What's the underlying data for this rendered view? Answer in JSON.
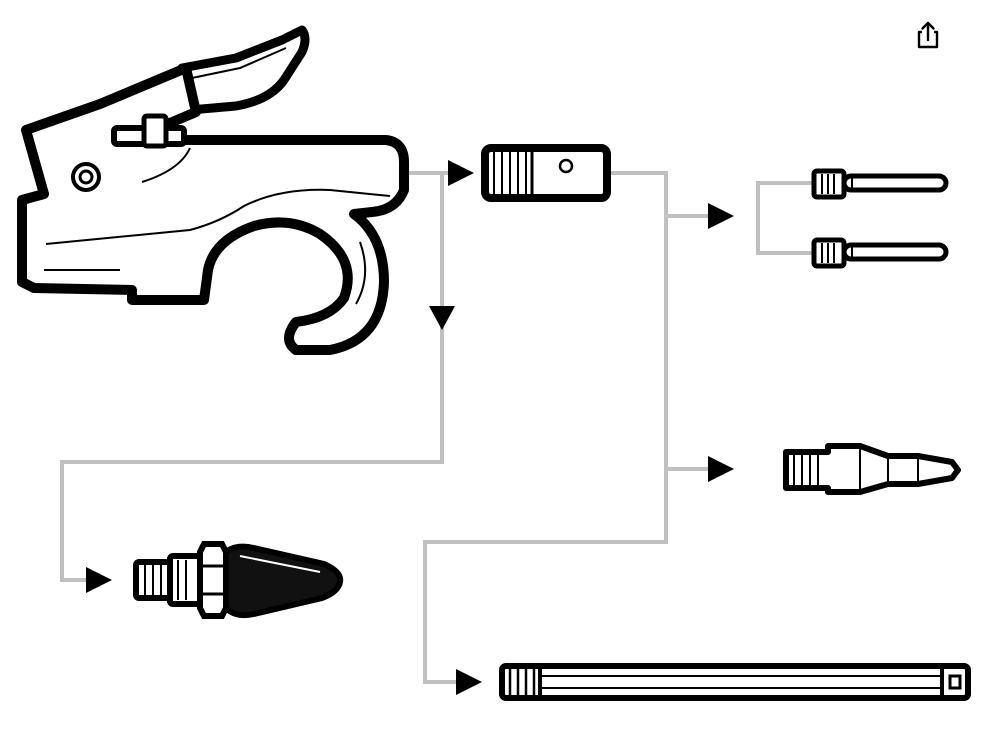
{
  "toolbar": {
    "share_icon": "share-icon"
  },
  "diagram": {
    "colors": {
      "connector": "#c0c0c0",
      "outline": "#000000",
      "fill": "#ffffff"
    },
    "parts": [
      "blow-gun",
      "adapter-coupler",
      "inflation-needle",
      "inflation-needle",
      "tapered-rubber-tip",
      "safety-nozzle",
      "extension-tube"
    ]
  }
}
